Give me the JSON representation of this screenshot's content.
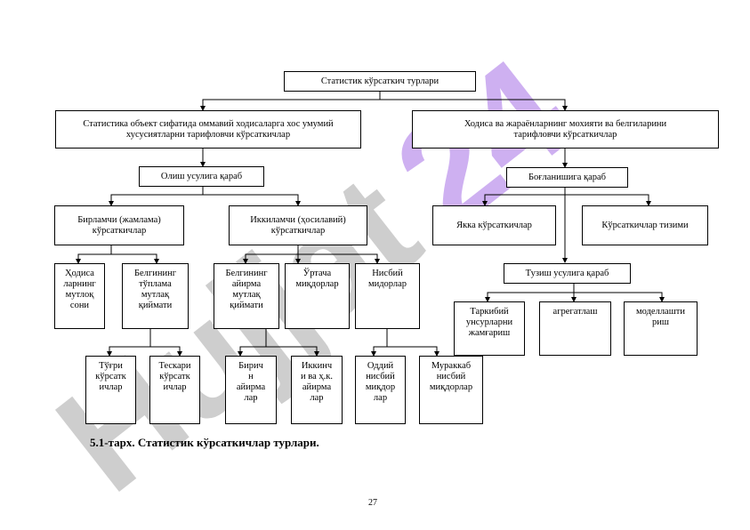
{
  "nodes": {
    "root": "Статистик кўрсаткич турлари",
    "general": "Статистика объект сифатида оммавий ходисаларга хос умумий\nхусусиятларни тарифловчи кўрсаткичлар",
    "essence": "Ходиса ва жараёнларнинг мохияти ва белгиларини\nтарифловчи кўрсаткичлар",
    "by_method": "Олиш усулига қараб",
    "by_relation": "Боғланишига қараб",
    "primary": "Бирламчи (жамлама)\nкўрсаткичлар",
    "secondary": "Иккиламчи (ҳосилавий)\nкўрсаткичлар",
    "single": "Якка кўрсаткичлар",
    "system": "Кўрсаткичлар тизими",
    "by_build": "Тузиш усулига қараб",
    "event_count": "Ҳодиса\nларнинг\nмутлоқ\nсони",
    "sum_abs": "Белгининг\nтўплама\nмутлақ\nқиймати",
    "diff_abs": "Белгининг\nайирма\nмутлақ\nқиймати",
    "averages": "Ўртача\nмиқдорлар",
    "relative": "Нисбий\nмидорлар",
    "composition": "Таркибий\nунсурларни\nжамғариш",
    "aggregation": "агрегатлаш",
    "modeling": "моделлашти\nриш",
    "direct": "Тўғри\nкўрсатк\nичлар",
    "inverse": "Тескари\nкўрсатк\nичлар",
    "first_diff": "Бирич\nн\nайирма\nлар",
    "second_diff": "Иккинч\nи ва ҳ.к.\nайирма\nлар",
    "simple_rel": "Оддий\nнисбий\nмиқдор\nлар",
    "complex_rel": "Мураккаб\nнисбий\nмиқдорлар"
  },
  "caption": "5.1-тарх. Статистик кўрсаткичлар турлари.",
  "page_number": "27",
  "watermark": {
    "text": "Hujjat24",
    "fill_color": "#c9c9c9",
    "accent_color": "#c9a8f0"
  }
}
